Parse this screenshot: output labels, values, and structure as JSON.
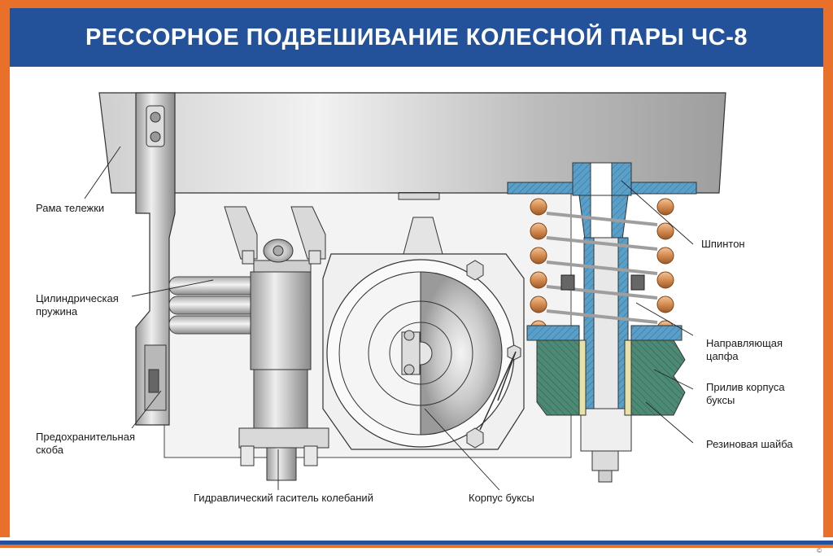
{
  "title": "РЕССОРНОЕ ПОДВЕШИВАНИЕ КОЛЕСНОЙ ПАРЫ ЧС-8",
  "labels": {
    "frame": "Рама тележки",
    "spring_1": "Цилиндрическая",
    "spring_2": "пружина",
    "bracket_1": "Предохранительная",
    "bracket_2": "скоба",
    "damper": "Гидравлический гаситель колебаний",
    "axlebox": "Корпус буксы",
    "pin": "Шпинтон",
    "guide_1": "Направляющая",
    "guide_2": "цапфа",
    "boss_1": "Прилив корпуса",
    "boss_2": "буксы",
    "washer": "Резиновая шайба"
  },
  "colors": {
    "orange": "#e8702a",
    "blue": "#23519a",
    "steel_light": "#e6e6e6",
    "steel_dark": "#8c8c8c",
    "spring_copper": "#d58b4f",
    "section_blue": "#5a9fc8",
    "rubber_green": "#3f7a67"
  },
  "logo": "©"
}
